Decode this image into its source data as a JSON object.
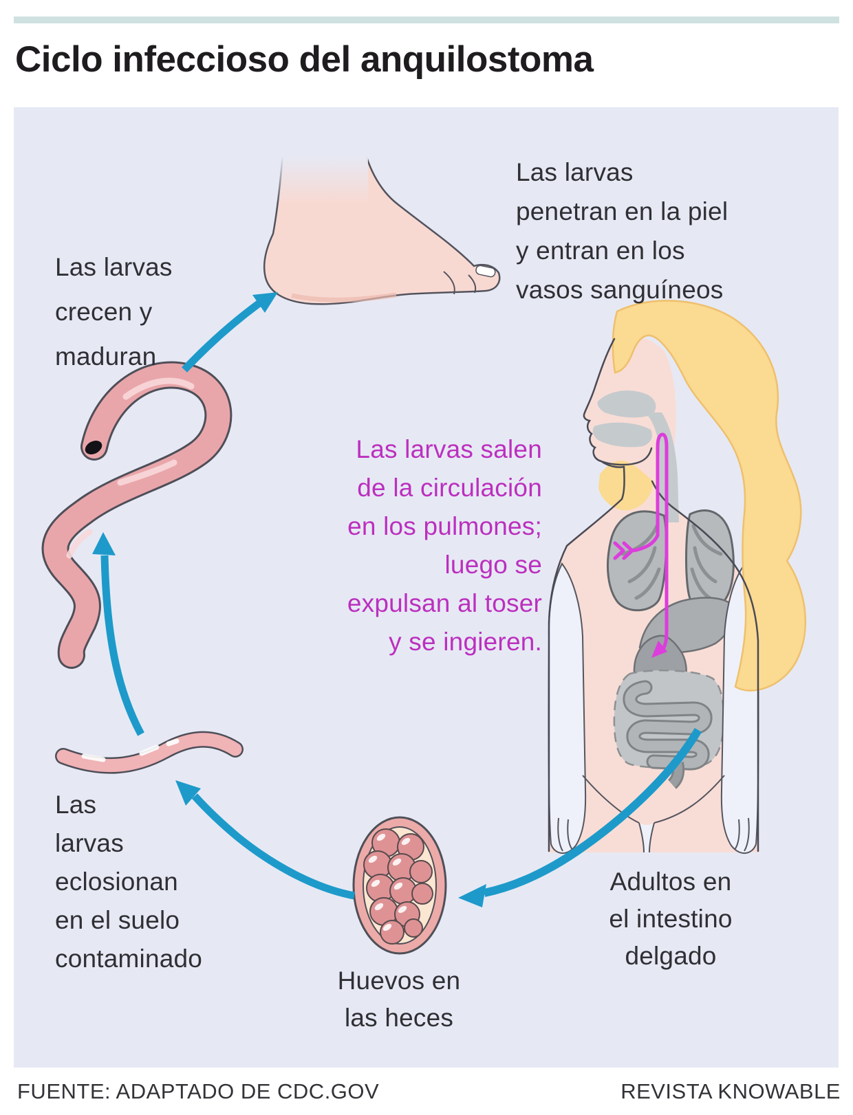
{
  "header": {
    "title": "Ciclo infeccioso del anquilostoma"
  },
  "labels": {
    "penetran": "Las larvas\npenetran en la piel\ny entran en los\nvasos sanguíneos",
    "crecen": "Las larvas\ncrecen y\nmaduran",
    "pulmones": "Las larvas salen\nde la circulación\nen los pulmones;\nluego se\nexpulsan al toser\ny se ingieren.",
    "eclosionan": "Las\nlarvas\neclosionan\nen el suelo\ncontaminado",
    "huevos": "Huevos en\nlas heces",
    "adultos": "Adultos en\nel intestino\ndelgado"
  },
  "footer": {
    "source": "FUENTE: ADAPTADO DE CDC.GOV",
    "credit": "REVISTA KNOWABLE"
  },
  "colors": {
    "top_bar": "#cfe1e1",
    "panel": "#e6e9f4",
    "arrow_blue": "#1d9aca",
    "path_magenta": "#dc3ddc",
    "text_magenta": "#bc2fbf",
    "text_dark": "#2f2f34",
    "worm_pink": "#e9a6aa",
    "skin_pink": "#f8ddd6",
    "hair_yellow": "#fbda92",
    "organ_gray": "#b6babd"
  },
  "figures": {
    "foot": "foot-illustration",
    "adult_worm": "adult-worm-illustration",
    "larva": "larva-illustration",
    "egg": "egg-illustration",
    "human_body": "human-body-illustration"
  }
}
